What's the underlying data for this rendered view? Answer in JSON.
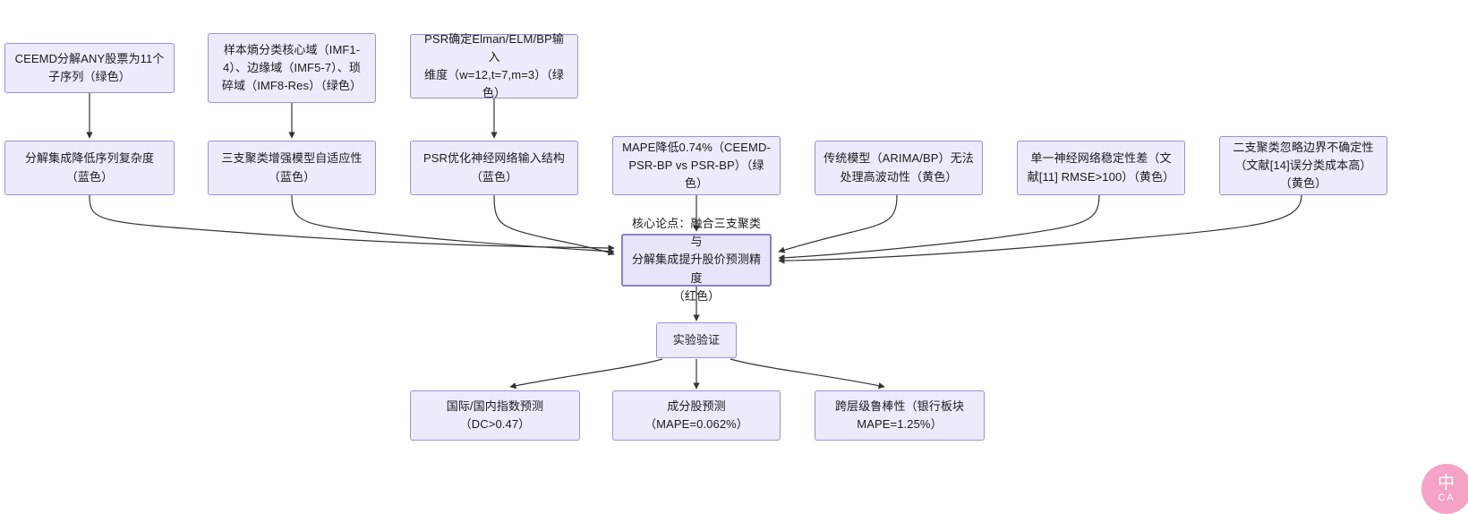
{
  "diagram": {
    "title": "",
    "colors": {
      "node_fill": "#ECEAFB",
      "node_border": "#9B92D6",
      "core_fill": "#E8E4FA",
      "core_border": "#8B80CF",
      "edge": "#333333",
      "background": "#FFFFFF",
      "watermark": "#F49BC1"
    },
    "nodes": {
      "ceemd": "CEEMD分解ANY股票为11个\n子序列（绿色）",
      "sample_entropy": "样本熵分类核心域（IMF1-\n4）、边缘域（IMF5-7）、琐\n碎域（IMF8-Res）（绿色）",
      "psr_dim": "PSR确定Elman/ELM/BP输入\n维度（w=12,t=7,m=3）（绿\n色）",
      "decomp_complexity": "分解集成降低序列复杂度\n（蓝色）",
      "three_way_adapt": "三支聚类增强模型自适应性\n（蓝色）",
      "psr_optimize": "PSR优化神经网络输入结构\n（蓝色）",
      "mape_drop": "MAPE降低0.74%（CEEMD-\nPSR-BP vs PSR-BP）（绿\n色）",
      "traditional_model": "传统模型（ARIMA/BP）无法\n处理高波动性（黄色）",
      "single_nn": "单一神经网络稳定性差（文\n献[11] RMSE>100）（黄色）",
      "two_way_cluster": "二支聚类忽略边界不确定性\n（文献[14]误分类成本高）\n（黄色）",
      "core_claim": "核心论点：融合三支聚类与\n分解集成提升股价预测精度\n（红色）",
      "experiment": "实验验证",
      "index_forecast": "国际/国内指数预测\n（DC>0.47）",
      "component_forecast": "成分股预测\n（MAPE=0.062%）",
      "cross_level_robust": "跨层级鲁棒性（银行板块\nMAPE=1.25%）"
    },
    "watermark": {
      "line1": "中",
      "line2": "CA"
    }
  }
}
